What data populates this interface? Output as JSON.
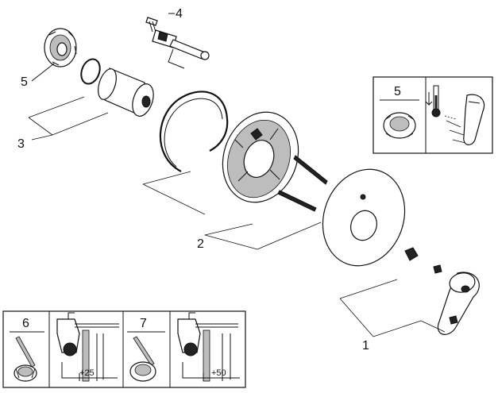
{
  "callouts": {
    "c1": "1",
    "c2": "2",
    "c3": "3",
    "c4": "4",
    "c5": "5"
  },
  "inset_top_right": {
    "number": "5"
  },
  "inset_bottom_left": {
    "panel_a": {
      "number": "6",
      "dimension": "+25"
    },
    "panel_b": {
      "number": "7",
      "dimension": "+50"
    }
  },
  "icons": [
    "thermometer-icon",
    "cold-arrow-icon",
    "lever-handle-icon",
    "shower-spray-icon"
  ]
}
